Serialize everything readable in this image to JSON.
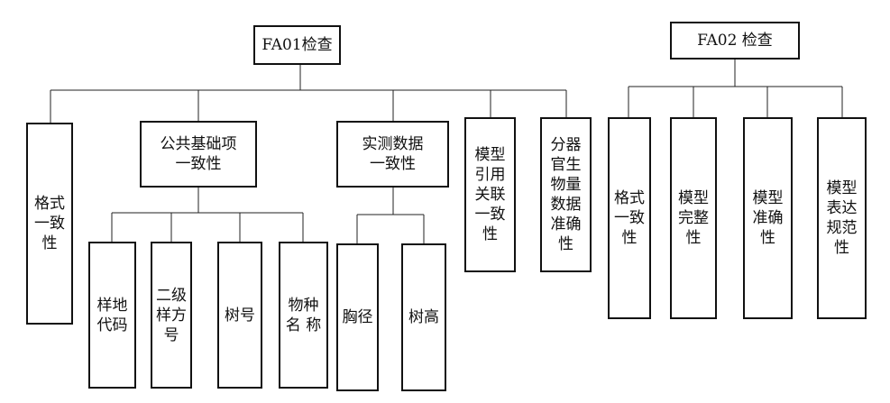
{
  "trees": [
    {
      "root": "FA01检查",
      "children": [
        {
          "label": "格式\n一致\n性"
        },
        {
          "label": "公共基础项\n一致性",
          "children": [
            "样地\n代码",
            "二级\n样方\n号",
            "树号",
            "物种\n名 称"
          ]
        },
        {
          "label": "实测数据\n一致性",
          "children": [
            "胸径",
            "树高"
          ]
        },
        {
          "label": "模型\n引用\n关联\n一致\n性"
        },
        {
          "label": "分器\n官生\n物量\n数据\n准确\n性"
        }
      ]
    },
    {
      "root": "FA02 检查",
      "children": [
        {
          "label": "格式\n一致\n性"
        },
        {
          "label": "模型\n完整\n性"
        },
        {
          "label": "模型\n准确\n性"
        },
        {
          "label": "模型\n表达\n规范\n性"
        }
      ]
    }
  ]
}
